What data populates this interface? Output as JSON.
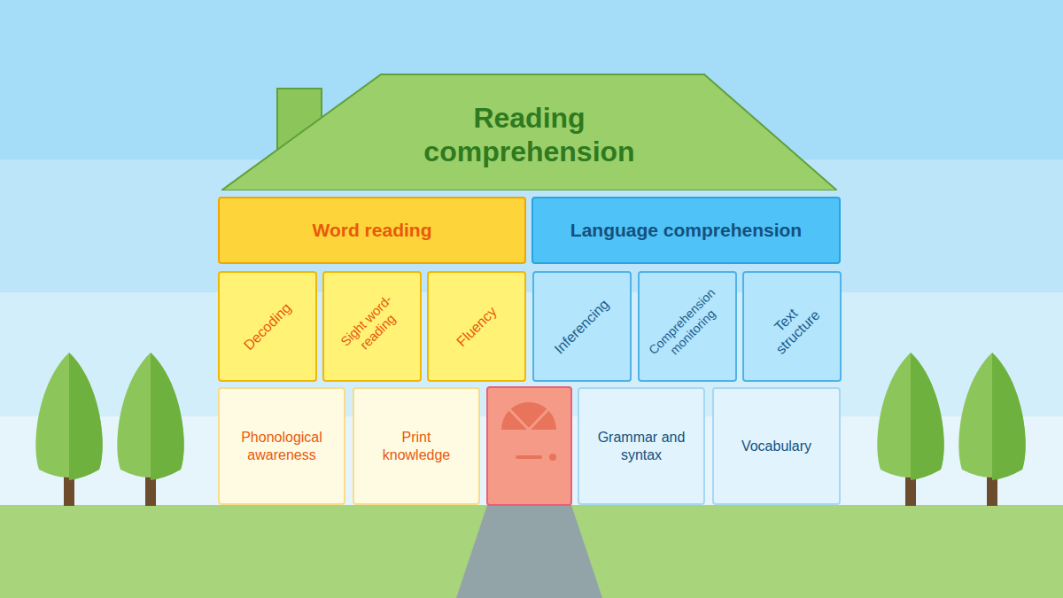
{
  "diagram": {
    "nodes": [
      {
        "text": [
          "Reading comprehension"
        ]
      },
      {
        "text": [
          "Word reading"
        ]
      },
      {
        "text": [
          "Language comprehension"
        ]
      },
      {
        "text": [
          "Decoding"
        ]
      },
      {
        "text": [
          "Sight word-reading"
        ]
      },
      {
        "text": [
          "Fluency"
        ]
      },
      {
        "text": [
          "Inferencing"
        ]
      },
      {
        "text": [
          "Comprehension monitoring"
        ]
      },
      {
        "text": [
          "Text structure"
        ]
      },
      {
        "text": [
          "Phonological awareness"
        ]
      },
      {
        "text": [
          "Print knowledge"
        ]
      },
      {
        "text": [
          "Grammar and syntax"
        ]
      },
      {
        "text": [
          "Vocabulary"
        ]
      }
    ]
  }
}
